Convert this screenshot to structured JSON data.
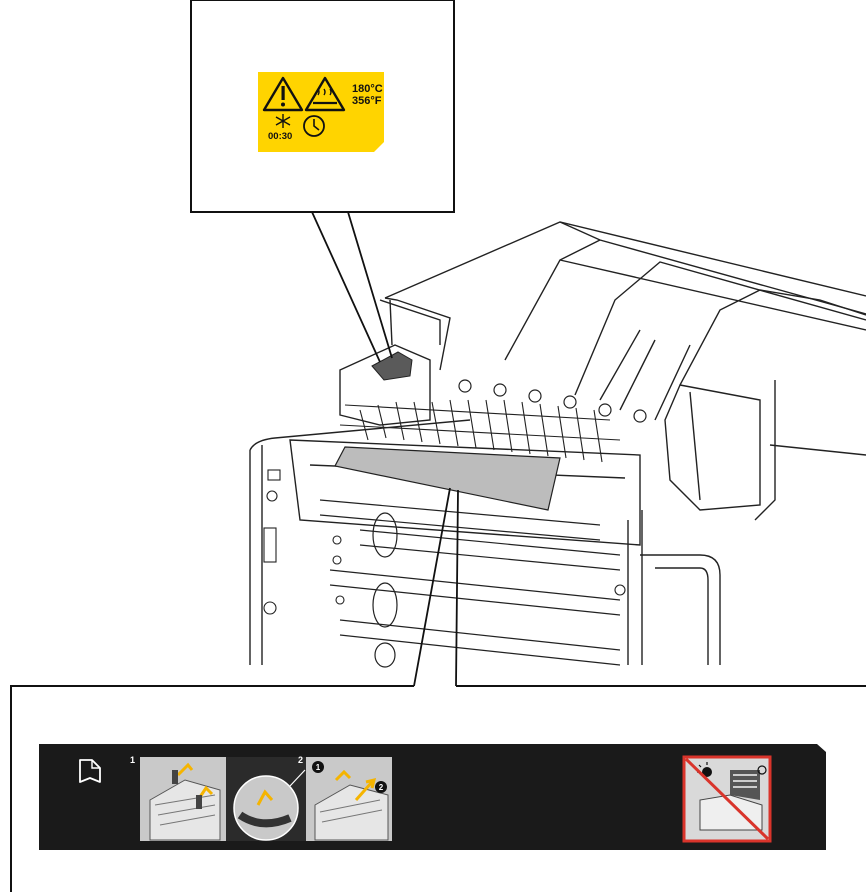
{
  "warning_label": {
    "temp_celsius": "180°C",
    "temp_fahrenheit": "356°F",
    "cooldown_time": "00:30",
    "label_color": "#FFD400",
    "icons": [
      "warning-triangle-icon",
      "hot-surface-icon",
      "snowflake-icon",
      "clock-icon"
    ]
  },
  "instruction_strip": {
    "background_color": "#1a1a1a",
    "step_1_number": "1",
    "step_2_number": "2",
    "callout_1": "1",
    "callout_2": "2",
    "arrow_color": "#F5B400",
    "prohibition_color": "#d9342b",
    "icons": [
      "book-manual-icon",
      "no-light-exposure-icon"
    ]
  }
}
